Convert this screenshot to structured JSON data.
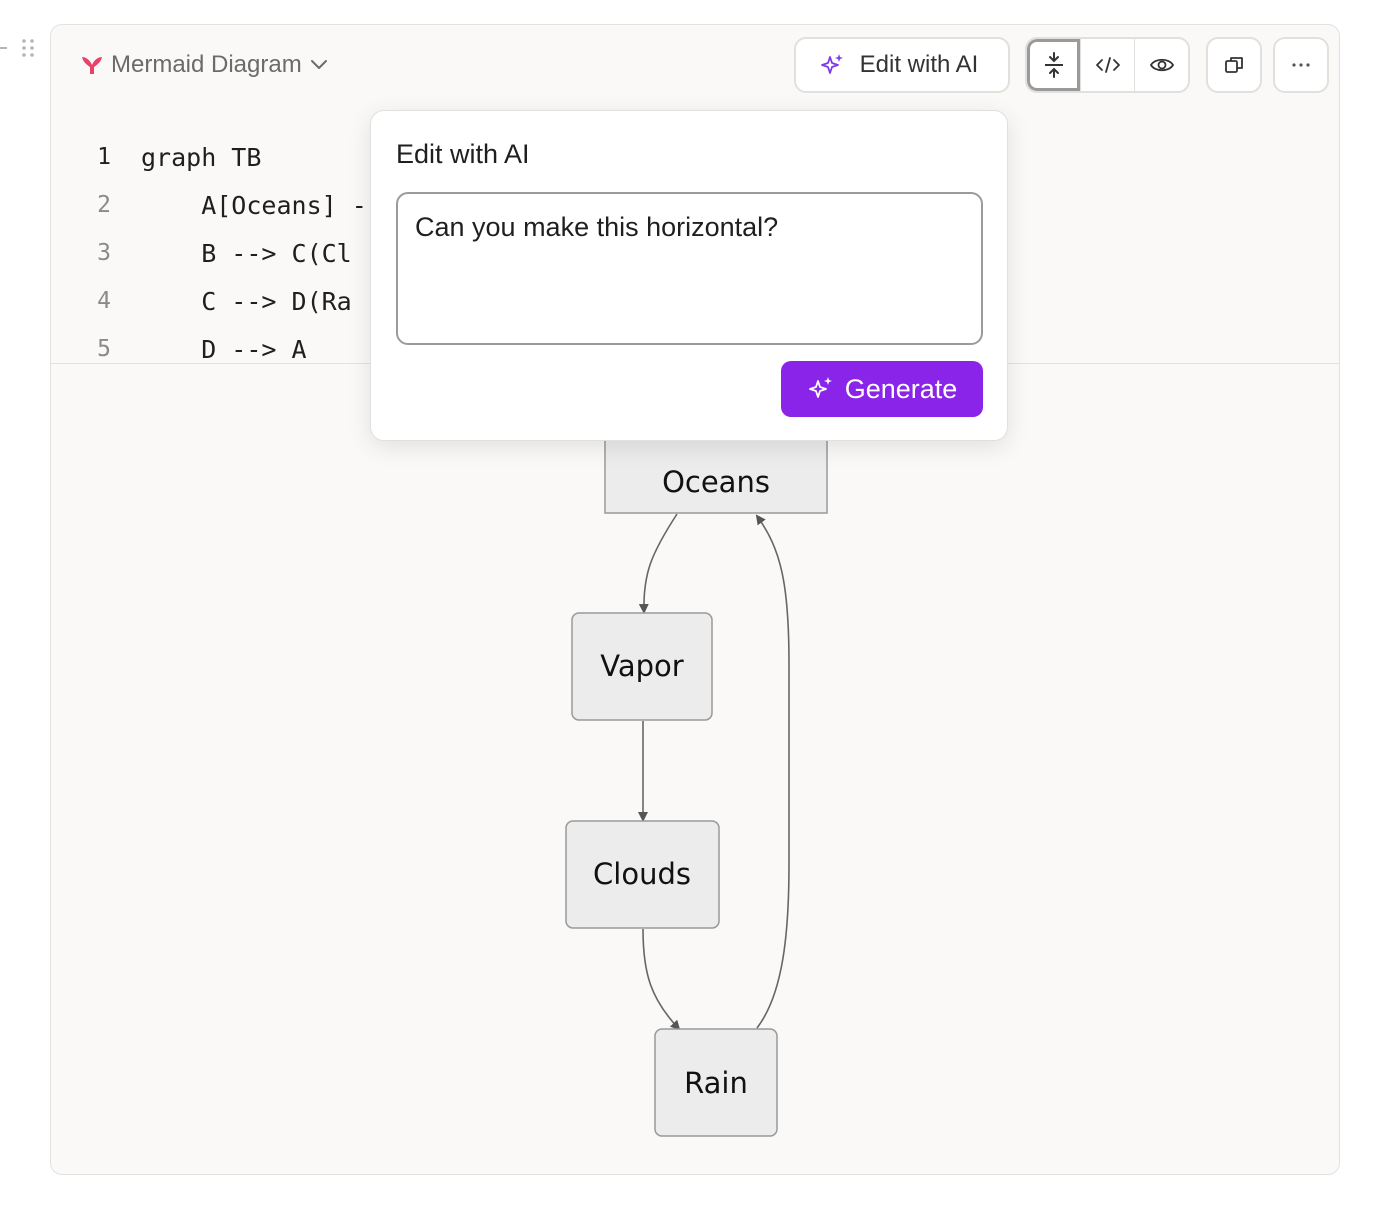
{
  "block": {
    "type_label": "Mermaid Diagram",
    "brand_color": "#e8446a"
  },
  "toolbar": {
    "edit_ai_label": "Edit with AI",
    "split_view_icon": "split-vertical-icon",
    "code_view_icon": "code-icon",
    "preview_icon": "eye-icon",
    "copy_icon": "copy-icon",
    "more_icon": "ellipsis-icon"
  },
  "code": {
    "lines": [
      {
        "num": "1",
        "text": "graph TB"
      },
      {
        "num": "2",
        "text": "    A[Oceans] -"
      },
      {
        "num": "3",
        "text": "    B --> C(Cl"
      },
      {
        "num": "4",
        "text": "    C --> D(Ra"
      },
      {
        "num": "5",
        "text": "    D --> A"
      }
    ]
  },
  "diagram": {
    "nodes": [
      "Oceans",
      "Vapor",
      "Clouds",
      "Rain"
    ]
  },
  "ai_popover": {
    "title": "Edit with AI",
    "prompt_value": "Can you make this horizontal?",
    "generate_label": "Generate",
    "accent_color": "#8a24e8"
  }
}
